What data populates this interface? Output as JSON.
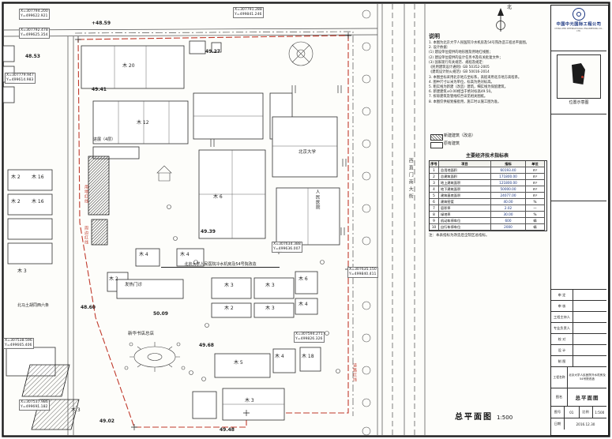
{
  "sheet": {
    "caption": "总平面图",
    "scale": "1:500",
    "north_label": "北"
  },
  "colors": {
    "redline": "#c0392b",
    "accent_blue": "#16327e",
    "line": "#2d2d2d"
  },
  "coords": {
    "tl1": "X=307794.200\nY=499622.921",
    "tl2": "X=307792.478\nY=499625.354",
    "tr1": "X=307791.288\nY=499841.246",
    "l1": "X=307779.947\nY=499614.983",
    "c1": "X=307634.388\nY=499636.007",
    "c2": "X=307594.271\nY=499826.326",
    "r1": "X=307635.150\nY=499840.411",
    "l2": "X=307538.596\nY=499665.406",
    "bl1": "X=307537.986\nY=499691.182"
  },
  "elevations": {
    "e1": "+48.59",
    "e2": "49.27",
    "e3": "48.53",
    "e4": "49.41",
    "e5": "49.39",
    "e6": "48.60",
    "e7": "50.09",
    "e8": "49.68",
    "e9": "49.48",
    "e10": "49.02"
  },
  "buildings": {
    "b20": "木 20",
    "b12": "木 12",
    "b16": "木 16",
    "b2": "木 2",
    "b3": "木 3",
    "b4": "木 4",
    "b5": "木 5",
    "b6": "木 6",
    "b18": "木 18",
    "outpatient": "进展（4层）",
    "fever_clinic": "发热门诊",
    "bookstore": "新华书店总店",
    "pku": "北京大学",
    "hospital": "人民医院"
  },
  "redlines": {
    "land": "用地红线",
    "perimeter": "周边红线",
    "road": "道路红线"
  },
  "roads": {
    "west_lane": "北马土胡同西六条",
    "main_street": "西直门南大街"
  },
  "project_line": "北京大学人民医院冷水机房及54号院改造",
  "notes": {
    "title": "说明",
    "body": "1. 本图为北京大学人民医院冷水机房及54号院改造工程总平面图。\n2. 设计依据：\n(1) 建设单位提供的地形图及用地红线图；\n(2) 建设单位提供的设计任务书及有关批复文件；\n(3) 国家现行有关规范、规程及规定：\n《民用建筑设计通则》GB 50352-2005\n《建筑设计防火规范》GB 50016-2014\n3. 本图坐标采用北京地方坐标系，高程采用北京地方高程系。\n4. 图中尺寸以米为单位，标高为绝对标高。\n5. 粗实线为新建（改造）建筑，细实线为保留建筑。\n6. 新建建筑±0.00相当于绝对标高49.50。\n7. 拆除建筑及管线综合详见相关图纸。\n8. 本图仅供规划报批用，施工时以施工图为准。"
  },
  "legend": {
    "new_label": "新建建筑（改造）",
    "existing_label": "原有建筑"
  },
  "table": {
    "title": "主要经济技术指标表",
    "header": [
      "序号",
      "项目",
      "指标",
      "单位"
    ],
    "rows": [
      [
        "1",
        "总用地面积",
        "60193.40",
        "m²"
      ],
      [
        "2",
        "总建筑面积",
        "171800.00",
        "m²"
      ],
      [
        "3",
        "地上建筑面积",
        "121800.00",
        "m²"
      ],
      [
        "4",
        "地下建筑面积",
        "50000.00",
        "m²"
      ],
      [
        "5",
        "建筑基底面积",
        "24077.00",
        "m²"
      ],
      [
        "6",
        "建筑密度",
        "40.00",
        "%"
      ],
      [
        "7",
        "容积率",
        "2.02",
        "—"
      ],
      [
        "8",
        "绿地率",
        "30.00",
        "%"
      ],
      [
        "9",
        "机动车停车位",
        "600",
        "辆"
      ],
      [
        "10",
        "自行车停车位",
        "2000",
        "辆"
      ]
    ],
    "note": "注：本表指标为改造后全院区总指标。"
  },
  "panel": {
    "company_cn": "中国中元国际工程公司",
    "company_en": "CHINA IPPR INTERNATIONAL ENGINEERING CO., LTD.",
    "location_caption": "位置示意图",
    "personnel": [
      "审 定",
      "审 核",
      "工程主持人",
      "专业负责人",
      "校 对",
      "设 计",
      "制 图"
    ],
    "project_label": "工程名称",
    "project_value": "北京大学人民医院冷水机房及54号院改造",
    "sheet_name_label": "图名",
    "sheet_name": "总平面图",
    "sheet_no_label": "图号",
    "sheet_no": "01",
    "scale_label": "比例",
    "scale": "1:500",
    "date_label": "日期",
    "date": "2016.12.30"
  }
}
